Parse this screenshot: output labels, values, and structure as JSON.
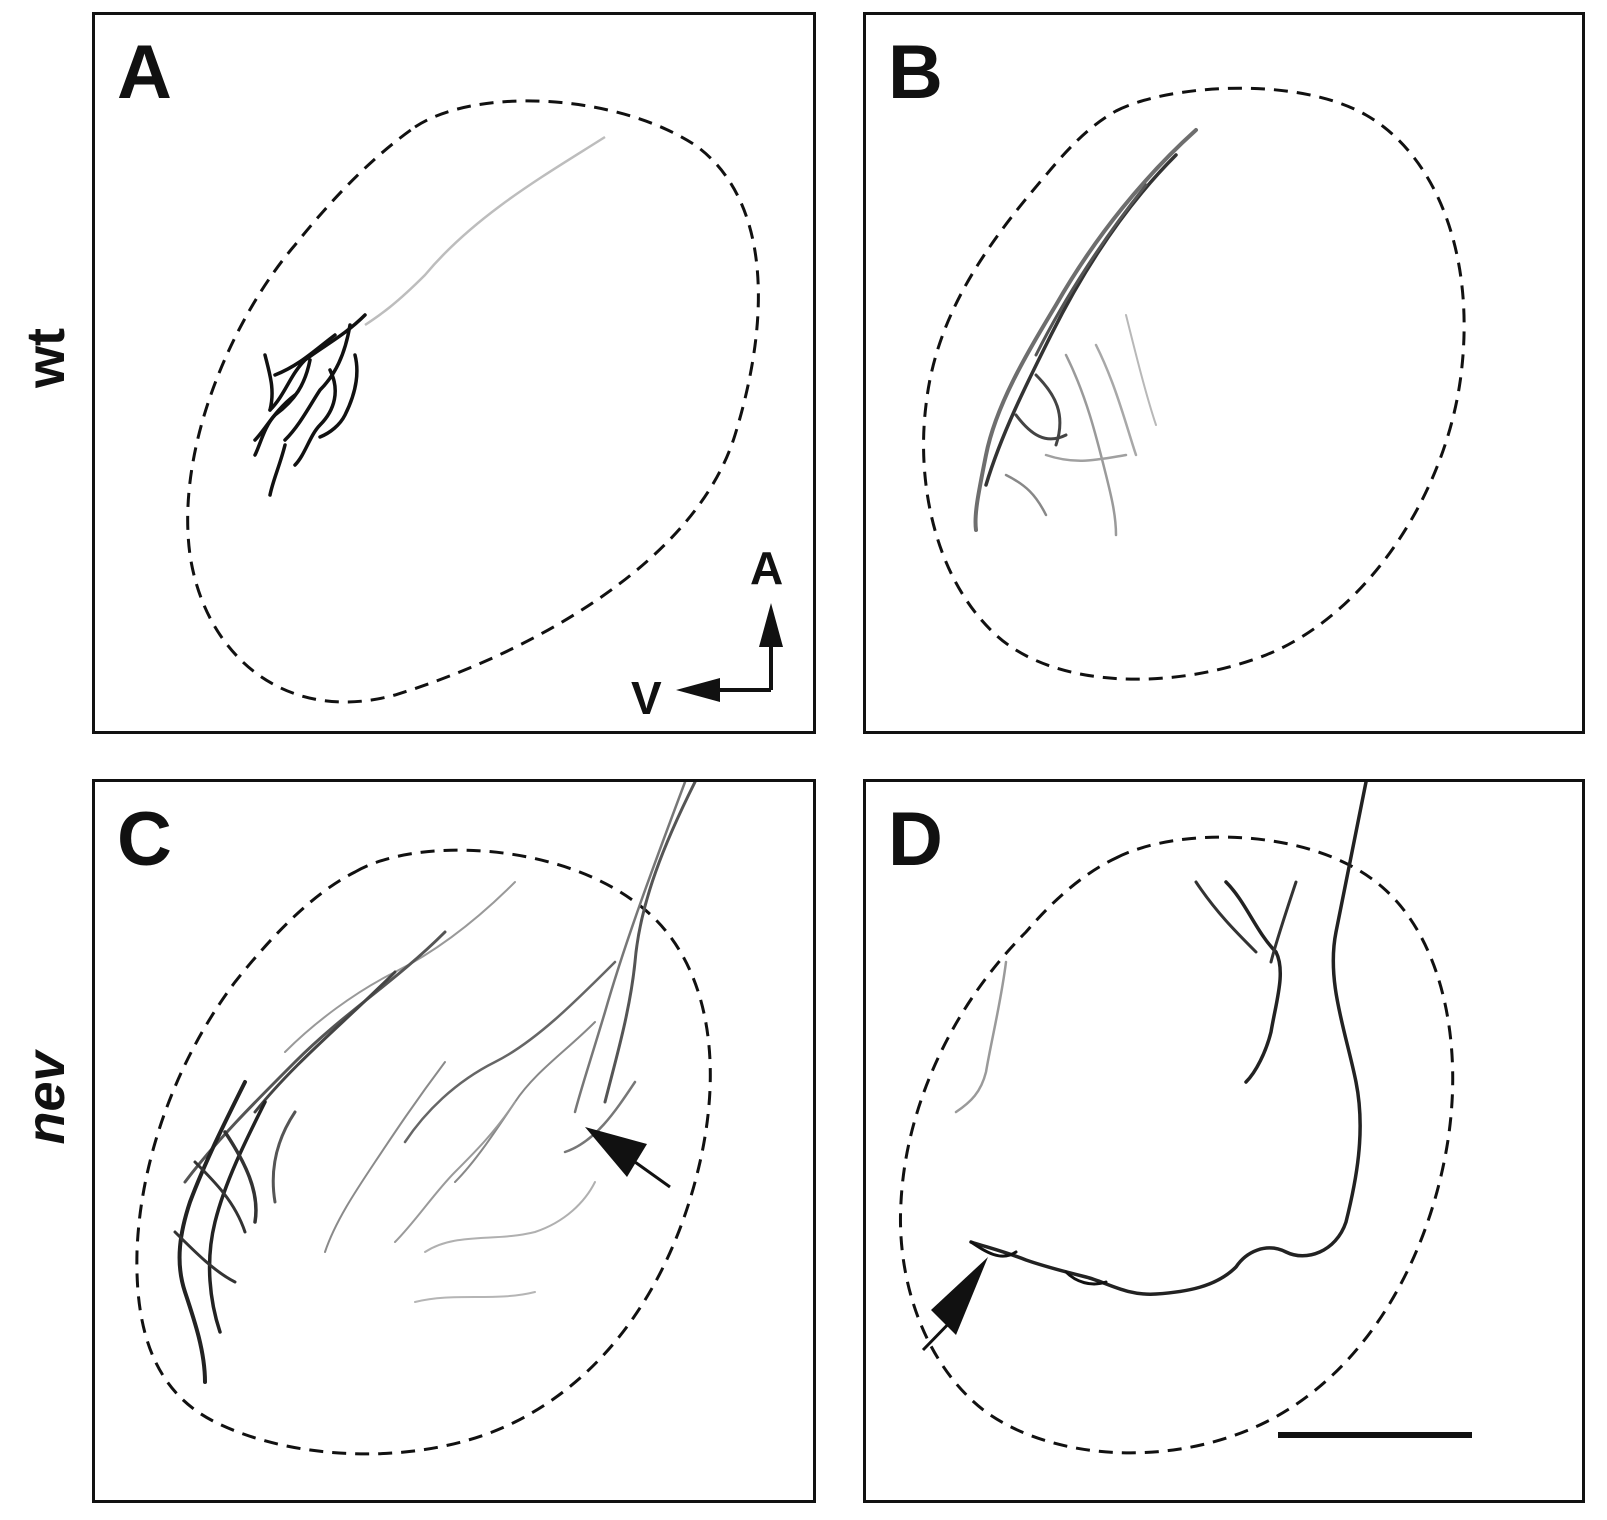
{
  "row_labels": {
    "top": "wt",
    "bottom": "nev"
  },
  "panels": {
    "a": {
      "letter": "A"
    },
    "b": {
      "letter": "B"
    },
    "c": {
      "letter": "C"
    },
    "d": {
      "letter": "D"
    }
  },
  "axis": {
    "anterior": "A",
    "ventral": "V"
  },
  "colors": {
    "ink": "#111111",
    "fiber_faint": "#9a9a9a"
  }
}
